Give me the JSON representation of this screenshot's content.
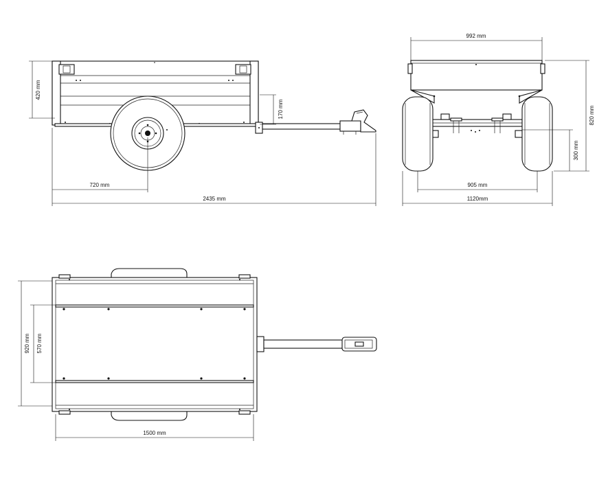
{
  "dimensions": {
    "side_height": "420 mm",
    "side_side_height": "170 mm",
    "side_axle": "720 mm",
    "side_length": "2435 mm",
    "rear_top_width": "992 mm",
    "rear_height": "820 mm",
    "rear_wheel_height": "300 mm",
    "rear_track": "905 mm",
    "rear_total_width": "1120mm",
    "top_width": "920 mm",
    "top_inner_width": "570 mm",
    "top_length": "1500 mm"
  }
}
